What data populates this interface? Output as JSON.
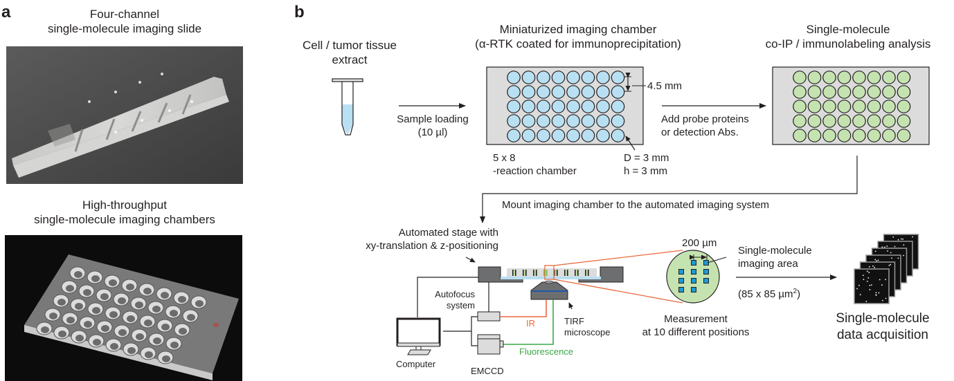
{
  "panel_a": {
    "label": "a",
    "photo1": {
      "title_line1": "Four-channel",
      "title_line2": "single-molecule imaging slide"
    },
    "photo2": {
      "title_line1": "High-throughput",
      "title_line2": "single-molecule imaging chambers"
    }
  },
  "panel_b": {
    "label": "b",
    "sample": {
      "title_line1": "Cell / tumor tissue",
      "title_line2": "extract"
    },
    "loading_arrow": {
      "line1": "Sample loading",
      "line2": "(10 µl)"
    },
    "chamber": {
      "title_line1": "Miniaturized imaging chamber",
      "title_line2": "(α-RTK coated for immunoprecipitation)",
      "rows": 5,
      "cols": 8,
      "well_color": "#b9dff2",
      "spacing_label": "4.5 mm",
      "format_line1": "5 x 8",
      "format_line2": "-reaction chamber",
      "dim_line1": "D = 3 mm",
      "dim_line2": "h = 3 mm"
    },
    "probe_arrow": {
      "line1": "Add probe proteins",
      "line2": "or detection Abs."
    },
    "analysis": {
      "title_line1": "Single-molecule",
      "title_line2": "co-IP / immunolabeling analysis",
      "rows": 5,
      "cols": 8,
      "well_color": "#c5e3b0"
    },
    "mount_label": "Mount imaging chamber to the automated imaging system",
    "stage": {
      "line1": "Automated stage with",
      "line2": "xy-translation & z-positioning"
    },
    "autofocus": {
      "line1": "Autofocus",
      "line2": "system"
    },
    "computer_label": "Computer",
    "emccd_label": "EMCCD",
    "ir_label": "IR",
    "fluorescence_label": "Fluorescence",
    "tirf": {
      "line1": "TIRF",
      "line2": "microscope"
    },
    "well_zoom": {
      "scale_label": "200 µm",
      "positions": 10,
      "measure_line1": "Measurement",
      "measure_line2": "at 10 different positions"
    },
    "imaging_area": {
      "line1": "Single-molecule",
      "line2": "imaging area",
      "size_prefix": "(85 x 85 µm",
      "size_sup": "2",
      "size_suffix": ")"
    },
    "acquisition": {
      "line1": "Single-molecule",
      "line2": "data acquisition",
      "frames": 6
    },
    "colors": {
      "ir": "#e8683a",
      "fluorescence": "#3aa845",
      "glass_blue": "#b9dff2",
      "stage_gray": "#6d6e70",
      "square_blue": "#1b9bd7"
    }
  }
}
